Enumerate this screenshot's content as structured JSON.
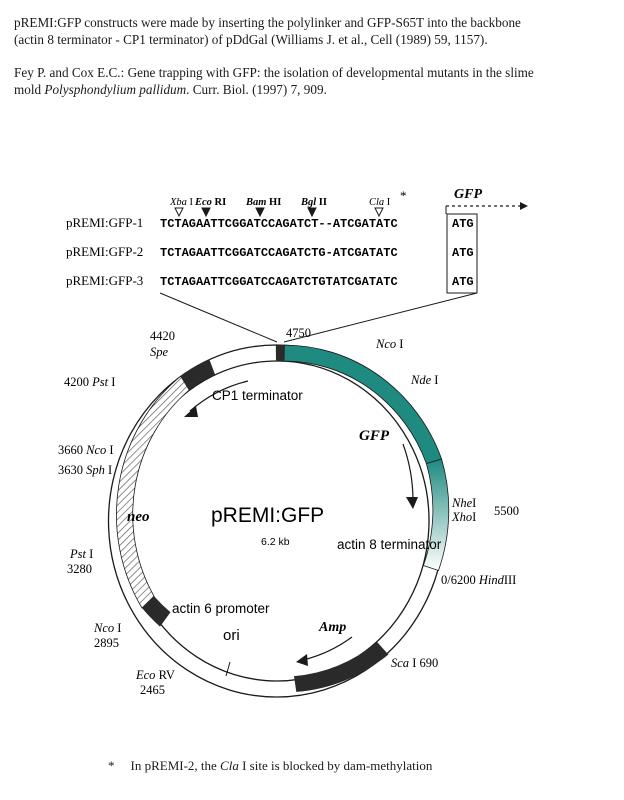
{
  "header": {
    "line1": "pREMI:GFP constructs  were made by inserting the polylinker and GFP-S65T into the backbone",
    "line2": "(actin 8 terminator  - CP1 terminator) of pDdGal (Williams J. et al., Cell (1989) 59, 1157).",
    "ref_prefix": "Fey P. and Cox E.C.: Gene trapping with GFP: the isolation of developmental mutants in the slime",
    "ref_line2_prefix": "mold ",
    "ref_species": "Polysphondylium pallidum",
    "ref_suffix": ". Curr. Biol. (1997) 7, 909."
  },
  "sequence": {
    "sites": [
      {
        "name": "Xba",
        "suffix": "I",
        "marker": "open"
      },
      {
        "name": "Eco",
        "suffix": "RI",
        "marker": "filled"
      },
      {
        "name": "Bam",
        "suffix": "HI",
        "marker": "filled"
      },
      {
        "name": "Bgl",
        "suffix": "II",
        "marker": "filled"
      },
      {
        "name": "Cla",
        "suffix": "I",
        "marker": "open",
        "note": "*"
      }
    ],
    "gfp_label": "GFP",
    "rows": [
      {
        "name": "pREMI:GFP-1",
        "seq": "TCTAGAATTCGGATCCAGATCT--ATCGATATC",
        "codon": "ATG"
      },
      {
        "name": "pREMI:GFP-2",
        "seq": "TCTAGAATTCGGATCCAGATCTG-ATCGATATC",
        "codon": "ATG"
      },
      {
        "name": "pREMI:GFP-3",
        "seq": "TCTAGAATTCGGATCCAGATCTGTATCGATATC",
        "codon": "ATG"
      }
    ]
  },
  "plasmid": {
    "name": "pREMI:GFP",
    "size": "6.2 kb",
    "features": {
      "cp1": "CP1 terminator",
      "gfp": "GFP",
      "actin8": "actin 8 terminator",
      "neo": "neo",
      "actin6": "actin 6 promoter",
      "ori": "ori",
      "amp": "Amp"
    },
    "sites": {
      "s4750": "4750",
      "nco_top": "Nco",
      "nco_top_suffix": "I",
      "nde": "Nde",
      "nde_suffix": "I",
      "nhe": "Nhe",
      "nhe_suffix": "I",
      "xho": "Xho",
      "xho_suffix": "I",
      "s5500": "5500",
      "s0_6200": "0/6200",
      "hind": "Hind",
      "hind_suffix": "III",
      "sca": "Sca",
      "sca_suffix": "I",
      "s690": "690",
      "ecorv": "Eco",
      "ecorv_suffix": "RV",
      "s2465": "2465",
      "nco_b": "Nco",
      "nco_b_suffix": "I",
      "s2895": "2895",
      "pst_b": "Pst",
      "pst_b_suffix": "I",
      "s3280": "3280",
      "s3630": "3630",
      "sph": "Sph",
      "sph_suffix": "I",
      "s3660": "3660",
      "nco_l": "Nco",
      "nco_l_suffix": "I",
      "s4200": "4200",
      "pst_t": "Pst",
      "pst_t_suffix": "I",
      "s4420": "4420",
      "spe": "Spe"
    }
  },
  "footnote": {
    "star": "*",
    "pre": "In pREMI-2, the ",
    "site": "Cla",
    "post": " I site is blocked by dam-methylation"
  },
  "colors": {
    "gfp_teal": "#1e8a80",
    "black_segment": "#2a2a2a",
    "hatch": "#555555"
  }
}
